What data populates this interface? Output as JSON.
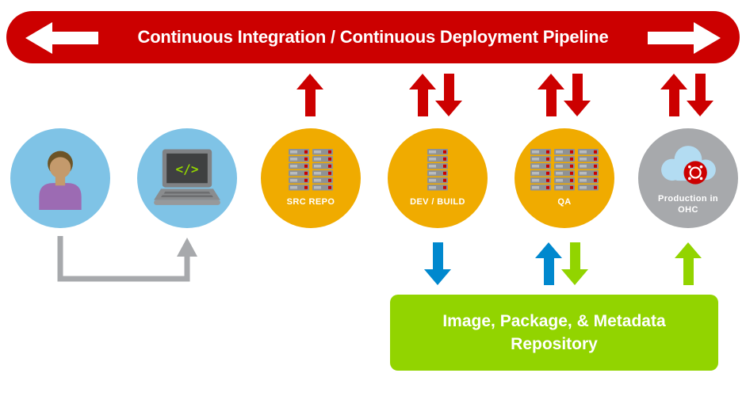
{
  "banner": {
    "title": "Continuous Integration / Continuous Deployment Pipeline",
    "color": "#cc0000"
  },
  "nodes": [
    {
      "id": "developer",
      "label": "",
      "icon": "person-icon",
      "circle_color": "#7fc3e6"
    },
    {
      "id": "workstation",
      "label": "",
      "icon": "laptop-code-icon",
      "screen_code": "</>",
      "circle_color": "#7fc3e6"
    },
    {
      "id": "src-repo",
      "label": "SRC REPO",
      "icon": "server-rack-icon",
      "circle_color": "#f0ab00"
    },
    {
      "id": "dev-build",
      "label": "DEV / BUILD",
      "icon": "server-rack-icon",
      "circle_color": "#f0ab00"
    },
    {
      "id": "qa",
      "label": "QA",
      "icon": "server-rack-icon",
      "circle_color": "#f0ab00"
    },
    {
      "id": "production",
      "label": "Production in OHC",
      "icon": "cloud-openshift-icon",
      "circle_color": "#a7a9ac"
    }
  ],
  "repository_box": {
    "line1": "Image, Package, & Metadata",
    "line2": "Repository",
    "color": "#92d400"
  },
  "flows": {
    "top_arrows": [
      {
        "at": "src-repo",
        "directions": [
          "up"
        ],
        "color": "#cc0000"
      },
      {
        "at": "dev-build",
        "directions": [
          "up",
          "down"
        ],
        "color": "#cc0000"
      },
      {
        "at": "qa",
        "directions": [
          "up",
          "down"
        ],
        "color": "#cc0000"
      },
      {
        "at": "production",
        "directions": [
          "up",
          "down"
        ],
        "color": "#cc0000"
      }
    ],
    "bottom_arrows": [
      {
        "at": "dev-build",
        "direction": "down",
        "color": "#0088ce"
      },
      {
        "at": "qa",
        "direction": "up",
        "color": "#0088ce"
      },
      {
        "at": "qa",
        "direction": "down",
        "color": "#92d400"
      },
      {
        "at": "production",
        "direction": "up",
        "color": "#92d400"
      }
    ],
    "connector": {
      "from": "developer",
      "to": "workstation",
      "color": "#a7a9ac"
    }
  },
  "colors": {
    "red": "#cc0000",
    "amber": "#f0ab00",
    "light_blue": "#7fc3e6",
    "gray": "#a7a9ac",
    "green": "#92d400",
    "blue": "#0088ce"
  }
}
